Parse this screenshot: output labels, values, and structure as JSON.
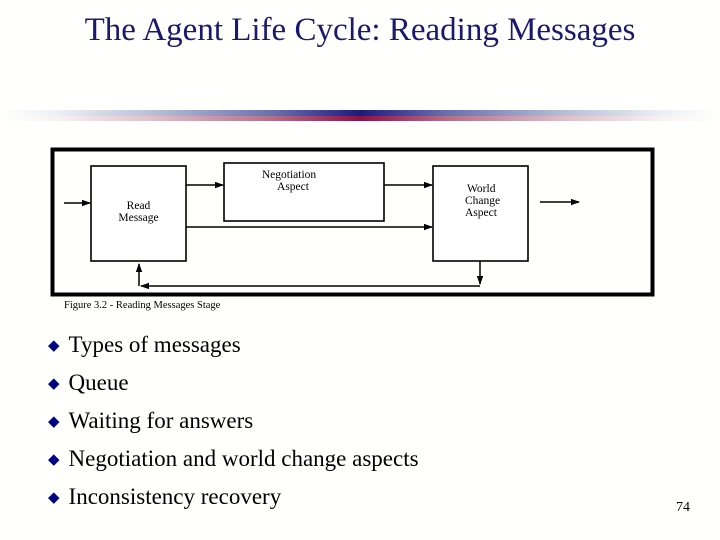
{
  "slide": {
    "title": "The Agent Life Cycle: Reading Messages",
    "page_number": "74",
    "title_color": "#191970",
    "bullet_color": "#000080",
    "background_color": "#fffffd"
  },
  "figure": {
    "caption": "Figure 3.2 - Reading Messages Stage",
    "boxes": [
      {
        "id": "read-message",
        "label_lines": [
          "Read",
          "Message"
        ]
      },
      {
        "id": "negotiation-aspect",
        "label_lines": [
          "Negotiation",
          "Aspect"
        ]
      },
      {
        "id": "world-change-aspect",
        "label_lines": [
          "World",
          "Change",
          "Aspect"
        ]
      }
    ],
    "connectors": [
      {
        "id": "input-arrow",
        "from": "outside-left",
        "to": "read-message"
      },
      {
        "id": "read-to-negotiation",
        "from": "read-message",
        "to": "negotiation-aspect"
      },
      {
        "id": "read-to-world-change",
        "from": "read-message",
        "to": "world-change-aspect"
      },
      {
        "id": "negotiation-to-world-change",
        "from": "negotiation-aspect",
        "to": "world-change-aspect"
      },
      {
        "id": "feedback-loop",
        "from": "world-change-aspect",
        "to": "read-message"
      },
      {
        "id": "output-arrow",
        "from": "world-change-aspect",
        "to": "outside-right"
      }
    ]
  },
  "bullets": [
    {
      "marker": "◆",
      "text": "Types of messages"
    },
    {
      "marker": "◆",
      "text": "Queue"
    },
    {
      "marker": "◆",
      "text": "Waiting for answers"
    },
    {
      "marker": "◆",
      "text": "Negotiation and world change aspects"
    },
    {
      "marker": "◆",
      "text": "Inconsistency recovery"
    }
  ]
}
